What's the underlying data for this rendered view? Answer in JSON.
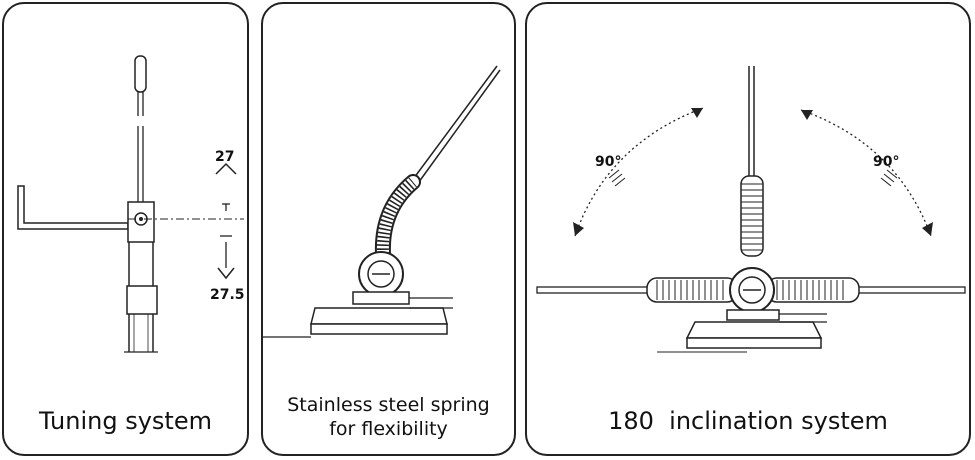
{
  "panels": [
    {
      "caption": "Tuning system",
      "labels": {
        "upper_value": "27",
        "lower_value": "27.5"
      }
    },
    {
      "caption_line1": "Stainless steel spring",
      "caption_line2": "for flexibility"
    },
    {
      "caption": "180  inclination system",
      "labels": {
        "left_angle": "90°",
        "right_angle": "90°"
      }
    }
  ]
}
